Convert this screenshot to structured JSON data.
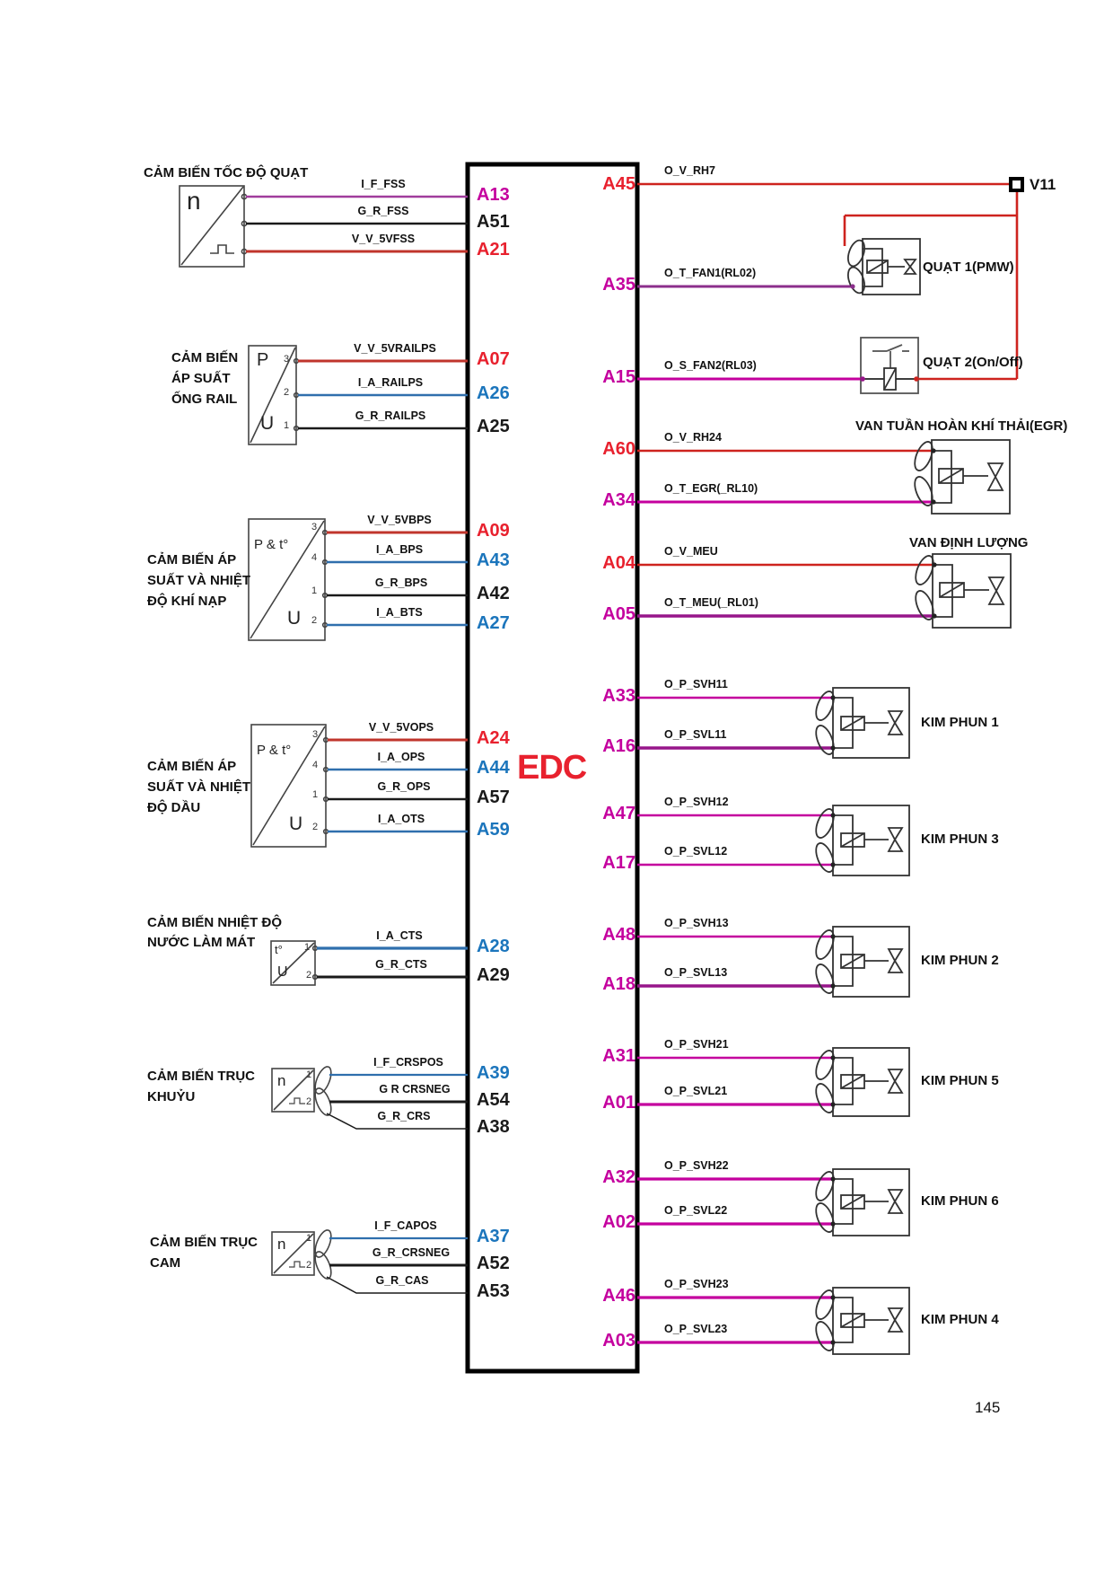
{
  "page_number": "145",
  "edc_label": "EDC",
  "colors": {
    "pin_magenta": "#C4009E",
    "pin_red": "#E8212E",
    "pin_blue": "#1B75BC",
    "pin_black": "#1A1A1A",
    "wire_red": "#C0352C",
    "wire_bright_red": "#CE231E",
    "wire_blue": "#2F6FAD",
    "wire_purple": "#A03C9C",
    "wire_fan_purple": "#8C2F8C",
    "wire_magenta": "#C4009E",
    "wire_magenta_dark": "#97158A",
    "wire_black": "#1A1A1A"
  },
  "sensors": [
    {
      "title": [
        "CẢM BIẾN TỐC ĐỘ QUẠT"
      ],
      "symbols": [
        "n"
      ],
      "pin_numbers": [],
      "signals": [
        {
          "name": "I_F_FSS",
          "pin": "A13"
        },
        {
          "name": "G_R_FSS",
          "pin": "A51"
        },
        {
          "name": "V_V_5VFSS",
          "pin": "A21"
        }
      ]
    },
    {
      "title": [
        "CẢM BIẾN",
        "ÁP SUẤT",
        "ỐNG RAIL"
      ],
      "symbols": [
        "P",
        "U"
      ],
      "pin_numbers": [
        "3",
        "2",
        "1"
      ],
      "signals": [
        {
          "name": "V_V_5VRAILPS",
          "pin": "A07"
        },
        {
          "name": "I_A_RAILPS",
          "pin": "A26"
        },
        {
          "name": "G_R_RAILPS",
          "pin": "A25"
        }
      ]
    },
    {
      "title": [
        "CẢM BIẾN  ÁP",
        "SUẤT VÀ NHIỆT",
        "ĐỘ KHÍ NẠP"
      ],
      "symbols": [
        "P & t°",
        "U"
      ],
      "pin_numbers": [
        "3",
        "4",
        "1",
        "2"
      ],
      "signals": [
        {
          "name": "V_V_5VBPS",
          "pin": "A09"
        },
        {
          "name": "I_A_BPS",
          "pin": "A43"
        },
        {
          "name": "G_R_BPS",
          "pin": "A42"
        },
        {
          "name": "I_A_BTS",
          "pin": "A27"
        }
      ]
    },
    {
      "title": [
        "CẢM BIẾN  ÁP",
        "SUẤT VÀ NHIỆT",
        "ĐỘ DẦU"
      ],
      "symbols": [
        "P & t°",
        "U"
      ],
      "pin_numbers": [
        "3",
        "4",
        "1",
        "2"
      ],
      "signals": [
        {
          "name": "V_V_5VOPS",
          "pin": "A24"
        },
        {
          "name": "I_A_OPS",
          "pin": "A44"
        },
        {
          "name": "G_R_OPS",
          "pin": "A57"
        },
        {
          "name": "I_A_OTS",
          "pin": "A59"
        }
      ]
    },
    {
      "title": [
        "CẢM BIẾN NHIỆT ĐỘ",
        "NƯỚC LÀM MÁT"
      ],
      "symbols": [
        "t°",
        "U"
      ],
      "pin_numbers": [
        "1",
        "2"
      ],
      "signals": [
        {
          "name": "I_A_CTS",
          "pin": "A28"
        },
        {
          "name": "G_R_CTS",
          "pin": "A29"
        }
      ]
    },
    {
      "title": [
        "CẢM BIẾN TRỤC",
        "KHUỶU"
      ],
      "symbols": [
        "n"
      ],
      "pin_numbers": [
        "1",
        "2"
      ],
      "signals": [
        {
          "name": "I_F_CRSPOS",
          "pin": "A39"
        },
        {
          "name": "G  R  CRSNEG",
          "pin": "A54"
        },
        {
          "name": "G_R_CRS",
          "pin": "A38"
        }
      ]
    },
    {
      "title": [
        "CẢM BIẾN TRỤC",
        "CAM"
      ],
      "symbols": [
        "n"
      ],
      "pin_numbers": [
        "1",
        "2"
      ],
      "signals": [
        {
          "name": "I_F_CAPOS",
          "pin": "A37"
        },
        {
          "name": "G_R_CRSNEG",
          "pin": "A52"
        },
        {
          "name": "G_R_CAS",
          "pin": "A53"
        }
      ]
    }
  ],
  "actuators": [
    {
      "label": "V11",
      "signals": [
        {
          "name": "O_V_RH7",
          "pin": "A45"
        }
      ]
    },
    {
      "label": "QUẠT 1(PMW)",
      "signals": [
        {
          "name": "O_T_FAN1(RL02)",
          "pin": "A35"
        }
      ]
    },
    {
      "label": "QUẠT 2(On/Off)",
      "signals": [
        {
          "name": "O_S_FAN2(RL03)",
          "pin": "A15"
        }
      ]
    },
    {
      "label": "VAN TUẦN HOÀN KHÍ THẢI(EGR)",
      "signals": [
        {
          "name": "O_V_RH24",
          "pin": "A60"
        },
        {
          "name": "O_T_EGR(_RL10)",
          "pin": "A34"
        }
      ]
    },
    {
      "label": "VAN ĐỊNH LƯỢNG",
      "signals": [
        {
          "name": "O_V_MEU",
          "pin": "A04"
        },
        {
          "name": "O_T_MEU(_RL01)",
          "pin": "A05"
        }
      ]
    },
    {
      "label": "KIM PHUN 1",
      "signals": [
        {
          "name": "O_P_SVH11",
          "pin": "A33"
        },
        {
          "name": "O_P_SVL11",
          "pin": "A16"
        }
      ]
    },
    {
      "label": "KIM PHUN 3",
      "signals": [
        {
          "name": "O_P_SVH12",
          "pin": "A47"
        },
        {
          "name": "O_P_SVL12",
          "pin": "A17"
        }
      ]
    },
    {
      "label": "KIM PHUN 2",
      "signals": [
        {
          "name": "O_P_SVH13",
          "pin": "A48"
        },
        {
          "name": "O_P_SVL13",
          "pin": "A18"
        }
      ]
    },
    {
      "label": "KIM PHUN 5",
      "signals": [
        {
          "name": "O_P_SVH21",
          "pin": "A31"
        },
        {
          "name": "O_P_SVL21",
          "pin": "A01"
        }
      ]
    },
    {
      "label": "KIM PHUN 6",
      "signals": [
        {
          "name": "O_P_SVH22",
          "pin": "A32"
        },
        {
          "name": "O_P_SVL22",
          "pin": "A02"
        }
      ]
    },
    {
      "label": "KIM PHUN 4",
      "signals": [
        {
          "name": "O_P_SVH23",
          "pin": "A46"
        },
        {
          "name": "O_P_SVL23",
          "pin": "A03"
        }
      ]
    }
  ]
}
